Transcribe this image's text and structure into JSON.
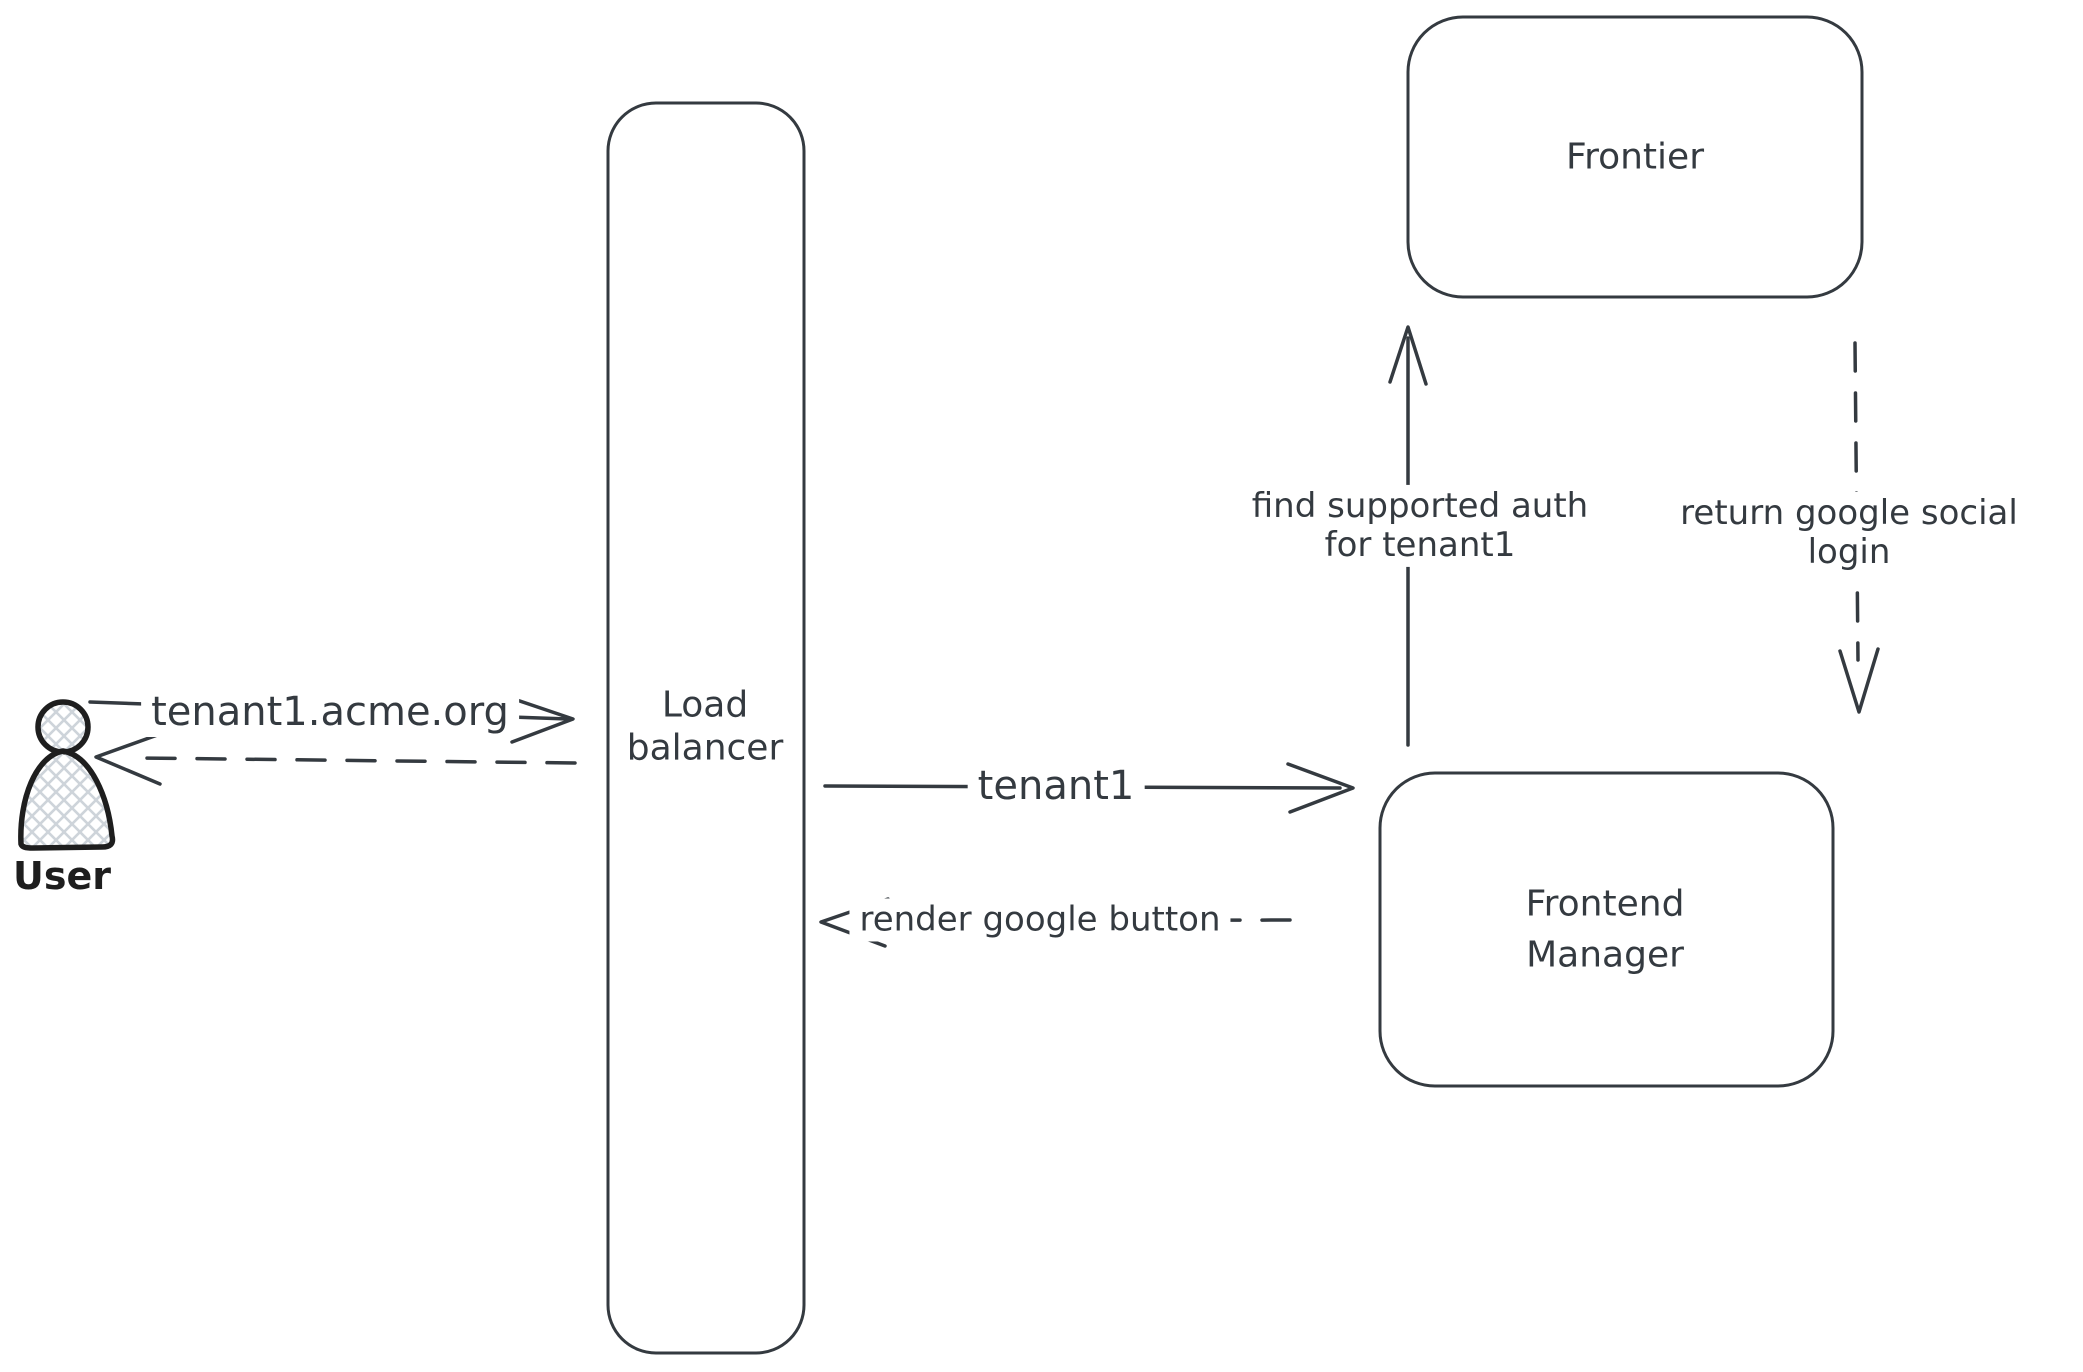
{
  "nodes": {
    "user": {
      "label": "User"
    },
    "load_balancer": {
      "line1": "Load",
      "line2": "balancer"
    },
    "frontier": {
      "label": "Frontier"
    },
    "frontend_manager": {
      "line1": "Frontend",
      "line2": "Manager"
    }
  },
  "flows": {
    "user_to_lb": {
      "label": "tenant1.acme.org",
      "style": "solid",
      "direction": "right"
    },
    "lb_to_user": {
      "style": "dashed",
      "direction": "left"
    },
    "lb_to_fm": {
      "label": "tenant1",
      "style": "solid",
      "direction": "right"
    },
    "fm_to_lb": {
      "label": "render google button",
      "style": "dashed",
      "direction": "left"
    },
    "fm_to_frontier": {
      "line1": "find supported auth",
      "line2": "for tenant1",
      "style": "solid",
      "direction": "up"
    },
    "frontier_to_fm": {
      "line1": "return google social",
      "line2": "login",
      "style": "dashed",
      "direction": "down"
    }
  },
  "colors": {
    "stroke": "#343a40",
    "user_icon": "#1e1e1e",
    "hatch_fill": "#ced4da",
    "background": "#ffffff"
  }
}
